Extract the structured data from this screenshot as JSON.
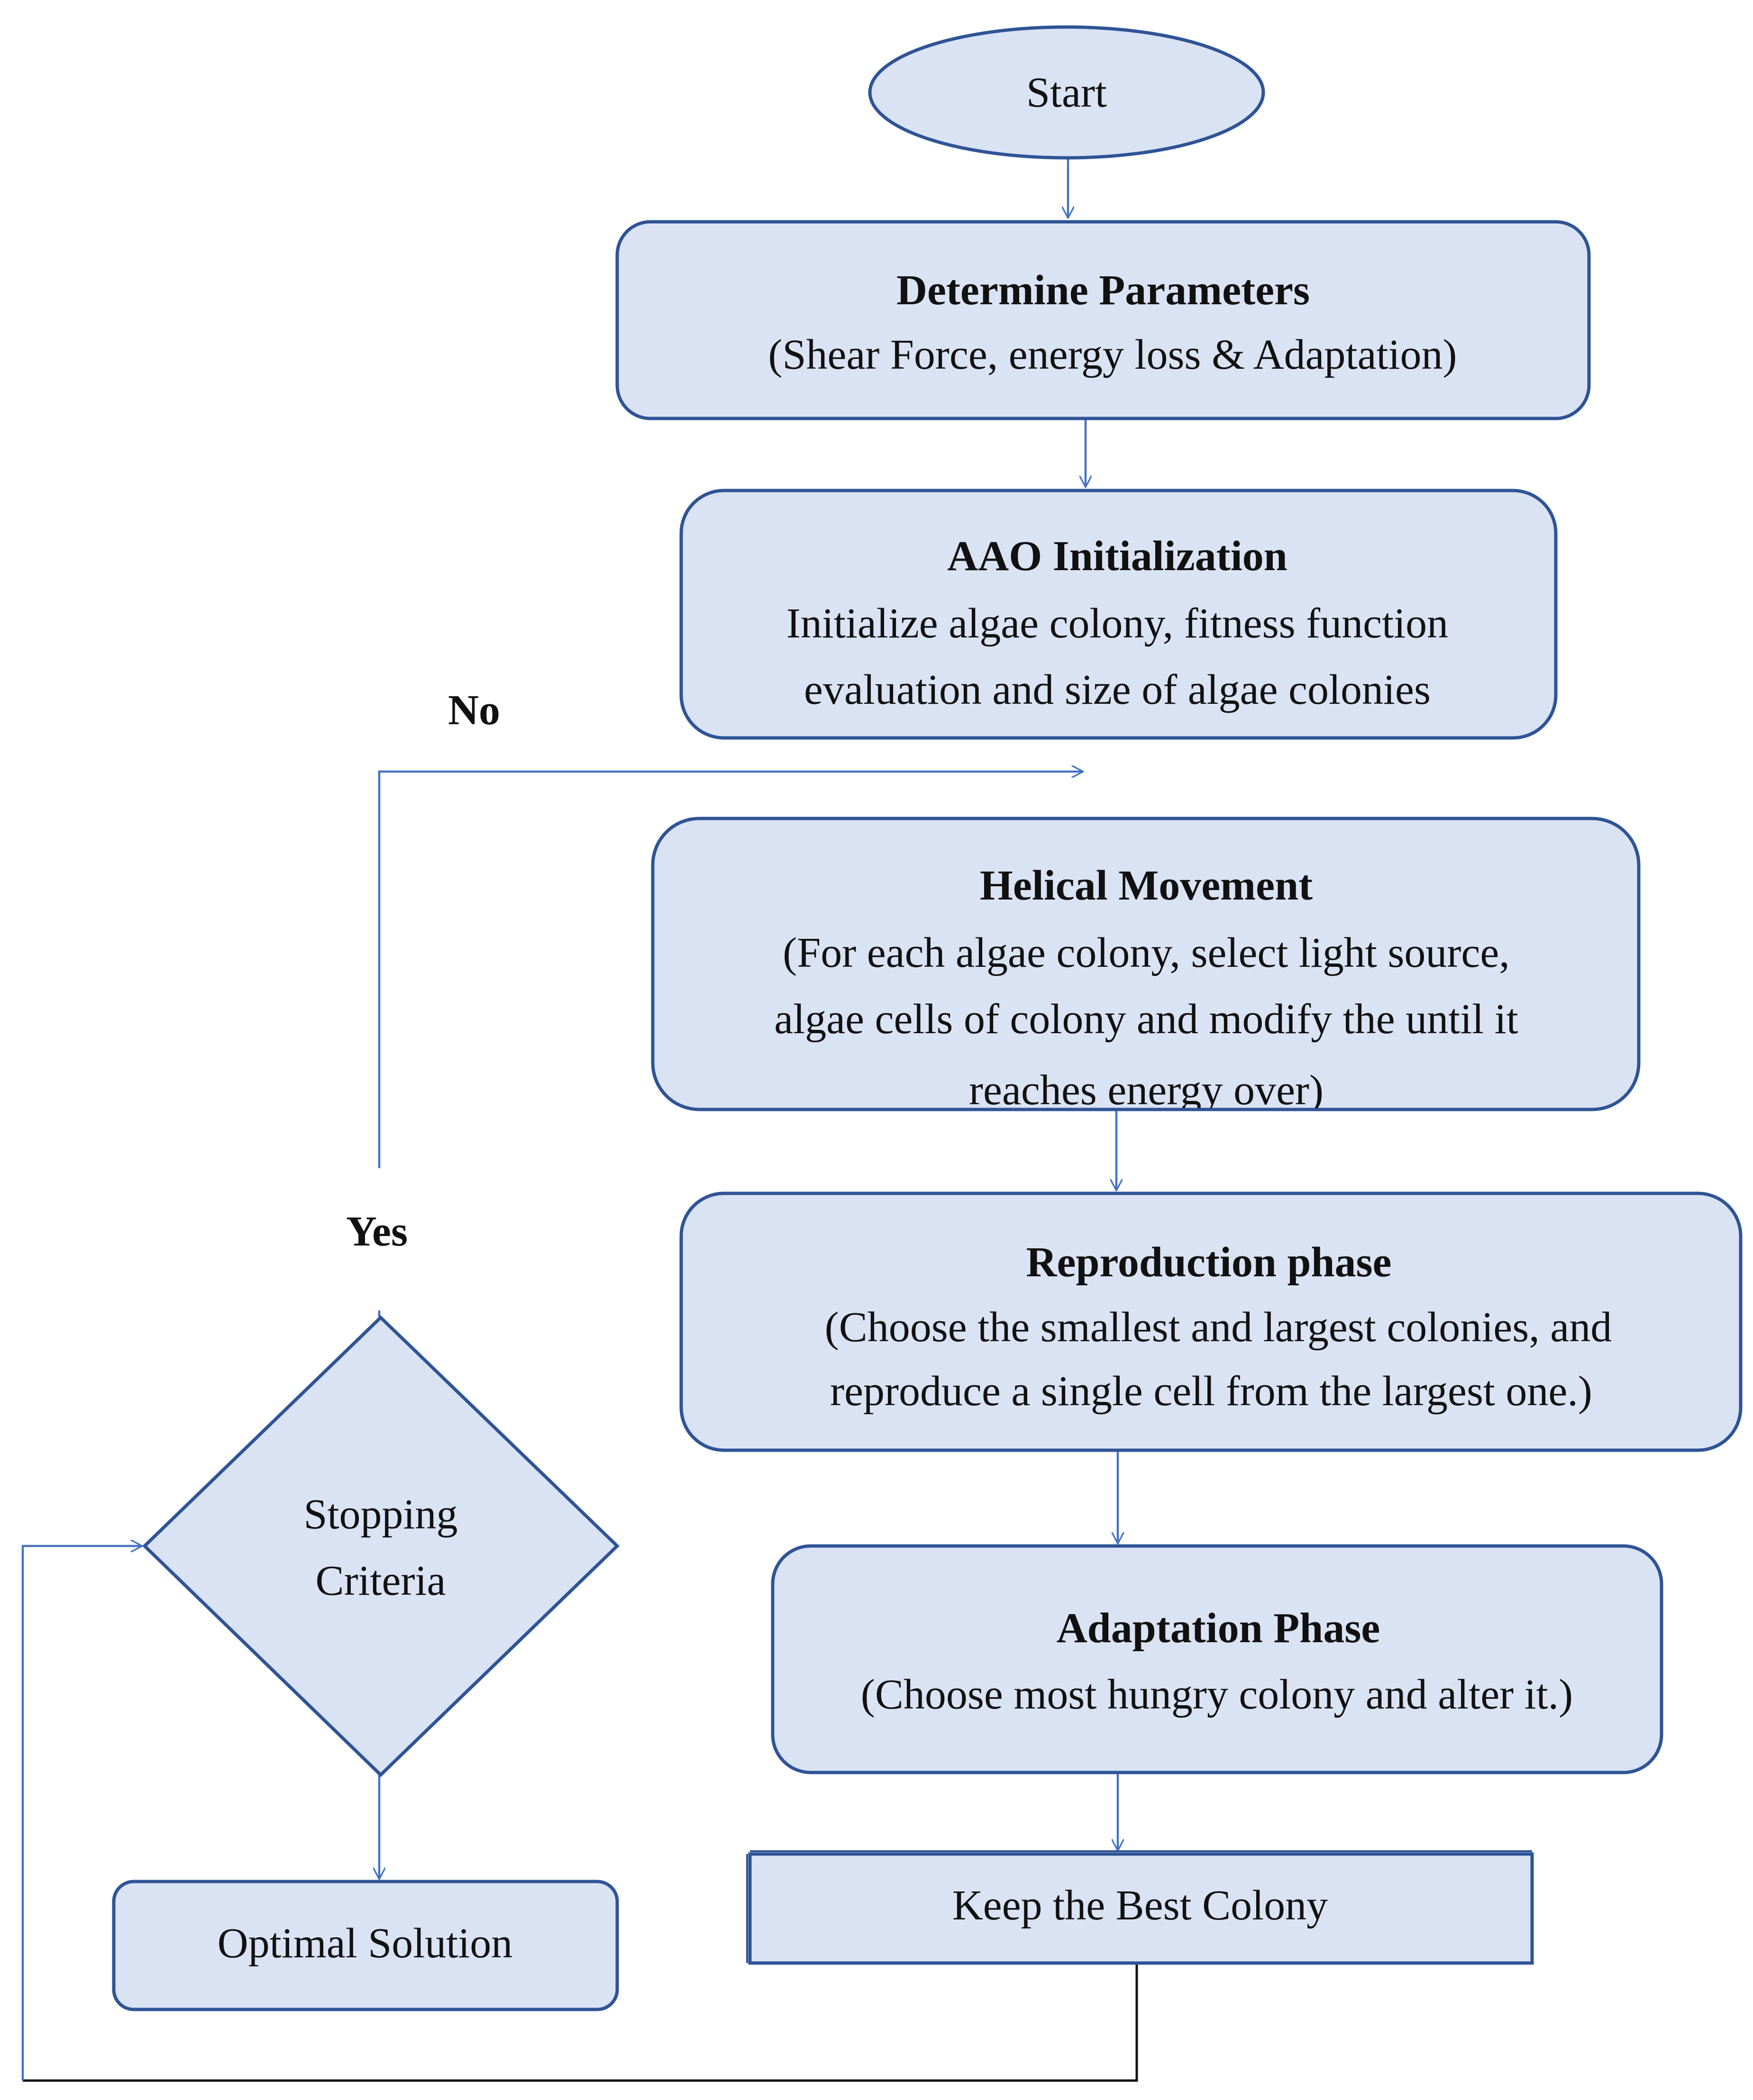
{
  "colors": {
    "fill": "#dae3f3",
    "stroke": "#2f5496",
    "arrow": "#4472c4"
  },
  "nodes": {
    "start": {
      "label": "Start"
    },
    "determine": {
      "title": "Determine Parameters",
      "line1": "(Shear Force, energy loss & Adaptation)"
    },
    "aao": {
      "title": "AAO Initialization",
      "line1": "Initialize algae colony, fitness function",
      "line2": "evaluation and size of algae colonies"
    },
    "helical": {
      "title": "Helical Movement",
      "line1": "(For each algae colony, select light source,",
      "line2": "algae cells of colony and modify the until it",
      "line3": "reaches energy over)"
    },
    "reproduction": {
      "title": "Reproduction phase",
      "line1": "(Choose the smallest and largest colonies, and",
      "line2": "reproduce a single cell from the largest one.)"
    },
    "adaptation": {
      "title": "Adaptation Phase",
      "line1": "(Choose most hungry colony and alter it.)"
    },
    "keep": {
      "label": "Keep the Best Colony"
    },
    "stopping": {
      "line1": "Stopping",
      "line2": "Criteria"
    },
    "optimal": {
      "label": "Optimal Solution"
    }
  },
  "labels": {
    "no": "No",
    "yes": "Yes"
  }
}
